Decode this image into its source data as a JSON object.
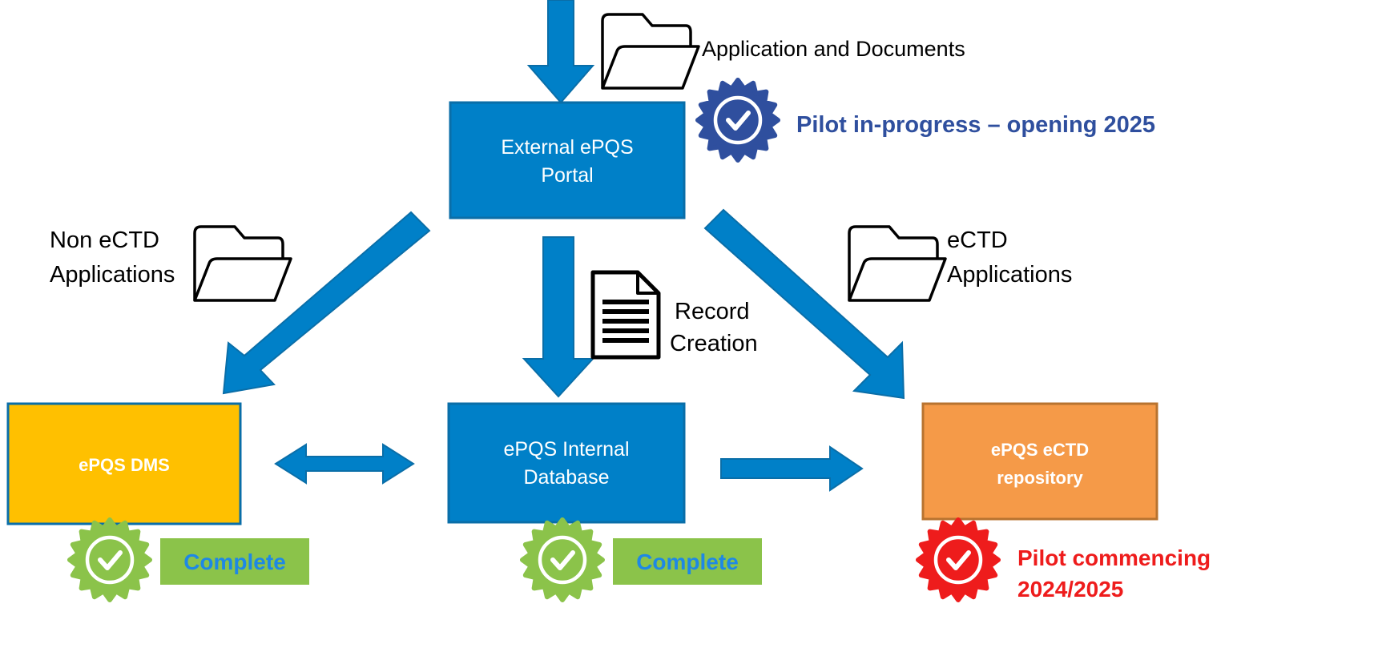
{
  "nodes": {
    "portal": {
      "line1": "External ePQS",
      "line2": "Portal"
    },
    "dms": {
      "label": "ePQS DMS"
    },
    "database": {
      "line1": "ePQS Internal",
      "line2": "Database"
    },
    "repository": {
      "line1": "ePQS eCTD",
      "line2": "repository"
    }
  },
  "labels": {
    "application_documents": "Application and Documents",
    "non_ectd": {
      "line1": "Non eCTD",
      "line2": "Applications"
    },
    "ectd": {
      "line1": "eCTD",
      "line2": "Applications"
    },
    "record_creation": {
      "line1": "Record",
      "line2": "Creation"
    }
  },
  "statuses": {
    "portal": {
      "text": "Pilot in-progress – opening 2025",
      "color": "#2F4F9E",
      "icon": "check-badge-icon"
    },
    "dms": {
      "text": "Complete",
      "color": "#8BC34A",
      "icon": "check-badge-icon"
    },
    "database": {
      "text": "Complete",
      "color": "#8BC34A",
      "icon": "check-badge-icon"
    },
    "repository": {
      "line1": "Pilot commencing",
      "line2": "2024/2025",
      "color": "#EE1C1C",
      "icon": "check-badge-icon"
    }
  },
  "icons": {
    "folder": "folder-icon",
    "document": "document-icon"
  },
  "colors": {
    "arrow": "#0080C8",
    "portal_box": "#0080C8",
    "dms_box": "#FFC000",
    "repository_box": "#F59A48",
    "complete_label_bg": "#8BC34A",
    "complete_text": "#1E88E5"
  }
}
